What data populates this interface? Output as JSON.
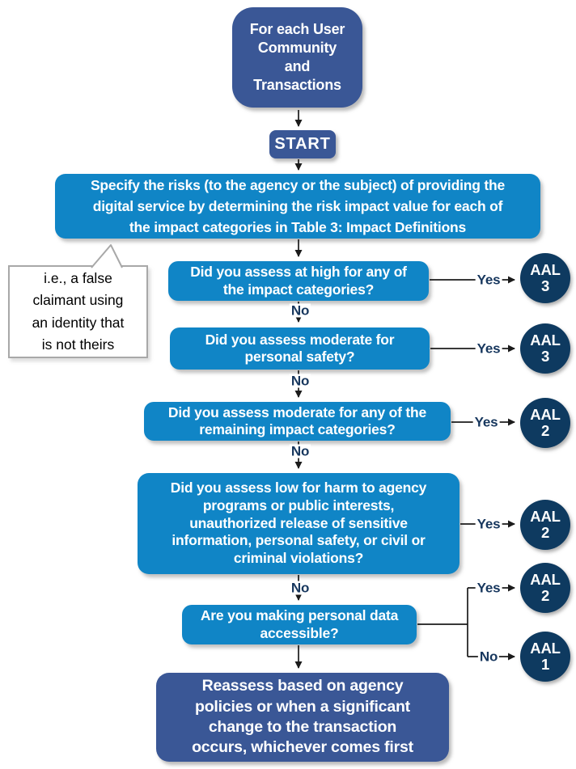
{
  "flowchart": {
    "pre": "For each User\nCommunity\nand\nTransactions",
    "start": "START",
    "process": "Specify the risks (to the agency or the subject) of providing the\ndigital service by determining the risk impact value for each of\nthe impact categories in Table 3: Impact Definitions",
    "callout": "i.e., a false\nclaimant using\nan identity that\nis not theirs",
    "decisions": [
      {
        "question": "Did you assess at high for any of\nthe impact categories?",
        "yes_label": "Yes",
        "no_label": "No"
      },
      {
        "question": "Did you assess moderate for\npersonal safety?",
        "yes_label": "Yes",
        "no_label": "No"
      },
      {
        "question": "Did you assess moderate for any of the\nremaining impact categories?",
        "yes_label": "Yes",
        "no_label": "No"
      },
      {
        "question": "Did you assess low for harm to agency\nprograms or public interests,\nunauthorized release of sensitive\ninformation, personal safety, or civil or\ncriminal violations?",
        "yes_label": "Yes",
        "no_label": "No"
      },
      {
        "question": "Are you making personal data\naccessible?",
        "yes_label": "Yes",
        "no_label": "No"
      }
    ],
    "outcomes": [
      {
        "title": "AAL",
        "level": "3"
      },
      {
        "title": "AAL",
        "level": "3"
      },
      {
        "title": "AAL",
        "level": "2"
      },
      {
        "title": "AAL",
        "level": "2"
      },
      {
        "title": "AAL",
        "level": "2"
      },
      {
        "title": "AAL",
        "level": "1"
      }
    ],
    "end": "Reassess based on agency\npolicies or when a significant\nchange to the transaction\noccurs, whichever comes first",
    "colors": {
      "dark_blue": "#3A5796",
      "light_blue": "#1085C6",
      "navy_circle": "#0E3A60",
      "label_navy": "#17375E",
      "callout_border": "#A8A8A8",
      "arrow": "#1B1B1B"
    }
  }
}
